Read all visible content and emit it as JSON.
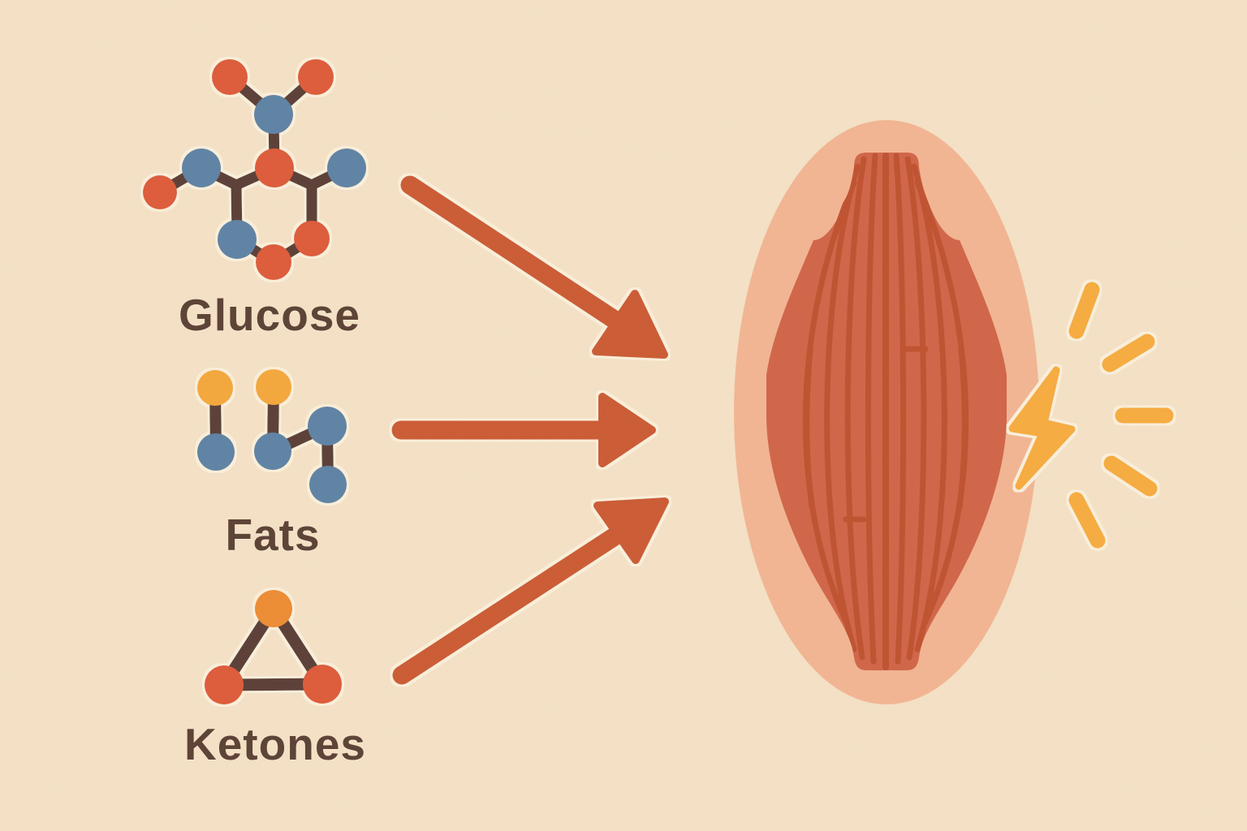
{
  "scene": {
    "background_color": "#f5e2c7",
    "kind": "energy-sources-to-muscle-infographic"
  },
  "energy_sources": [
    {
      "id": "glucose",
      "label": "Glucose",
      "icon": "glucose-molecule-icon",
      "atom_palette": [
        "red",
        "blue"
      ]
    },
    {
      "id": "fats",
      "label": "Fats",
      "icon": "fats-molecule-icon",
      "atom_palette": [
        "yellow",
        "blue"
      ]
    },
    {
      "id": "ketones",
      "label": "Ketones",
      "icon": "ketones-molecule-icon",
      "atom_palette": [
        "orange",
        "red"
      ]
    }
  ],
  "target": {
    "icon": "muscle-icon"
  },
  "output": {
    "icon": "energy-bolt-icon",
    "rays": 5
  },
  "arrows": {
    "count": 3,
    "direction": "left-to-right"
  },
  "colors": {
    "background": "#f5e2c7",
    "text": "#5e4437",
    "bond": "#5b4137",
    "atom_red": "#de5b3a",
    "atom_blue": "#5e84a6",
    "atom_yellow": "#f5a93e",
    "atom_orange": "#ee8d35",
    "arrow": "#cc5c36",
    "muscle_outer": "#f3b694",
    "muscle_body": "#d16649",
    "muscle_fiber": "#c05331",
    "energy_yellow": "#f7ad40",
    "halo": "#fbf0db"
  }
}
